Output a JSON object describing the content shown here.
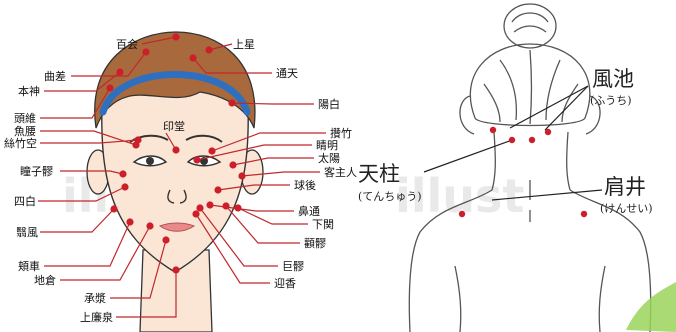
{
  "colors": {
    "leader_line": "#c0282c",
    "acupoint": "#cc1f2a",
    "hair": "#a86a3c",
    "headband": "#2f6fbf",
    "skin": "#fbe6d6",
    "sketch": "#555555",
    "leaf_accent": "#9bd35a"
  },
  "watermark": "illust",
  "face_diagram": {
    "labels": {
      "hyakue": "百会",
      "josei": "上星",
      "kyokusa": "曲差",
      "tsuuten": "通天",
      "honjin": "本神",
      "youhaku": "陽白",
      "zui": "頭維",
      "inndou": "印堂",
      "gyoyou": "魚腰",
      "sanchiku": "攢竹",
      "shichikukuu": "絲竹空",
      "seimei": "睛明",
      "taiyou": "太陽",
      "dooshiryou": "瞳子髎",
      "kyakushujin": "客主人",
      "kyuugo": "球後",
      "shihaku": "四白",
      "bitsuu": "鼻通",
      "gekan": "下関",
      "eifuu": "翳風",
      "kenryou": "顴髎",
      "kyousha": "頬車",
      "koryou": "巨髎",
      "chisou": "地倉",
      "geikou": "迎香",
      "shoukyou": "承漿",
      "jourensen": "上廉泉"
    }
  },
  "back_diagram": {
    "labels": {
      "fuuchi": "風池",
      "fuuchi_reading": "(ふうち)",
      "tenchuu": "天柱",
      "tenchuu_reading": "(てんちゅう)",
      "kensei": "肩井",
      "kensei_reading": "(けんせい)"
    }
  }
}
